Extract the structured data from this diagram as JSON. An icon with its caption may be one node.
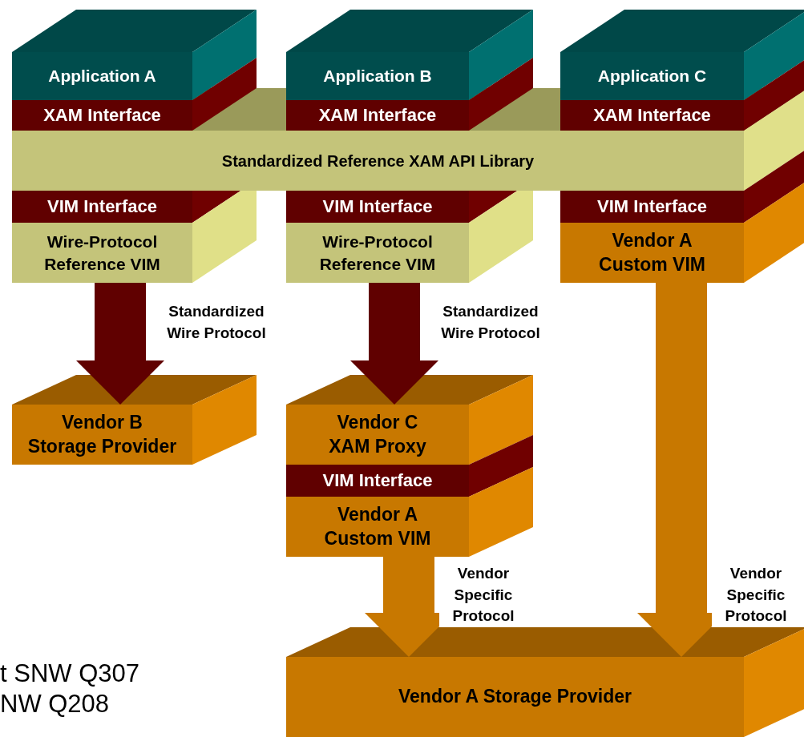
{
  "diagram": {
    "nodes": [
      {
        "text": [
          "Application A"
        ]
      },
      {
        "text": [
          "XAM Interface"
        ]
      },
      {
        "text": [
          "Application B"
        ]
      },
      {
        "text": [
          "XAM Interface"
        ]
      },
      {
        "text": [
          "Application C"
        ]
      },
      {
        "text": [
          "XAM Interface"
        ]
      },
      {
        "text": [
          "Standardized Reference XAM API Library"
        ]
      },
      {
        "text": [
          "VIM Interface"
        ]
      },
      {
        "text": [
          "Wire-Protocol Reference VIM"
        ]
      },
      {
        "text": [
          "VIM Interface"
        ]
      },
      {
        "text": [
          "Wire-Protocol Reference VIM"
        ]
      },
      {
        "text": [
          "VIM Interface"
        ]
      },
      {
        "text": [
          "Vendor A Custom VIM"
        ]
      },
      {
        "text": [
          "Vendor B Storage Provider"
        ]
      },
      {
        "text": [
          "Vendor C XAM Proxy"
        ]
      },
      {
        "text": [
          "VIM Interface"
        ]
      },
      {
        "text": [
          "Vendor A Custom VIM"
        ]
      },
      {
        "text": [
          "Vendor A Storage Provider"
        ]
      }
    ],
    "edges": [
      {
        "from": 8,
        "to": 13,
        "arrow": "to",
        "label": "Standardized Wire Protocol",
        "color": "#600000"
      },
      {
        "from": 10,
        "to": 14,
        "arrow": "to",
        "label": "Standardized Wire Protocol",
        "color": "#600000"
      },
      {
        "from": 16,
        "to": 17,
        "arrow": "to",
        "label": "Vendor Specific Protocol",
        "color": "#c87800"
      },
      {
        "from": 12,
        "to": 17,
        "arrow": "to",
        "label": "Vendor Specific Protocol",
        "color": "#c87800"
      }
    ],
    "labels": [
      "t SNW Q307",
      "NW Q208"
    ]
  }
}
